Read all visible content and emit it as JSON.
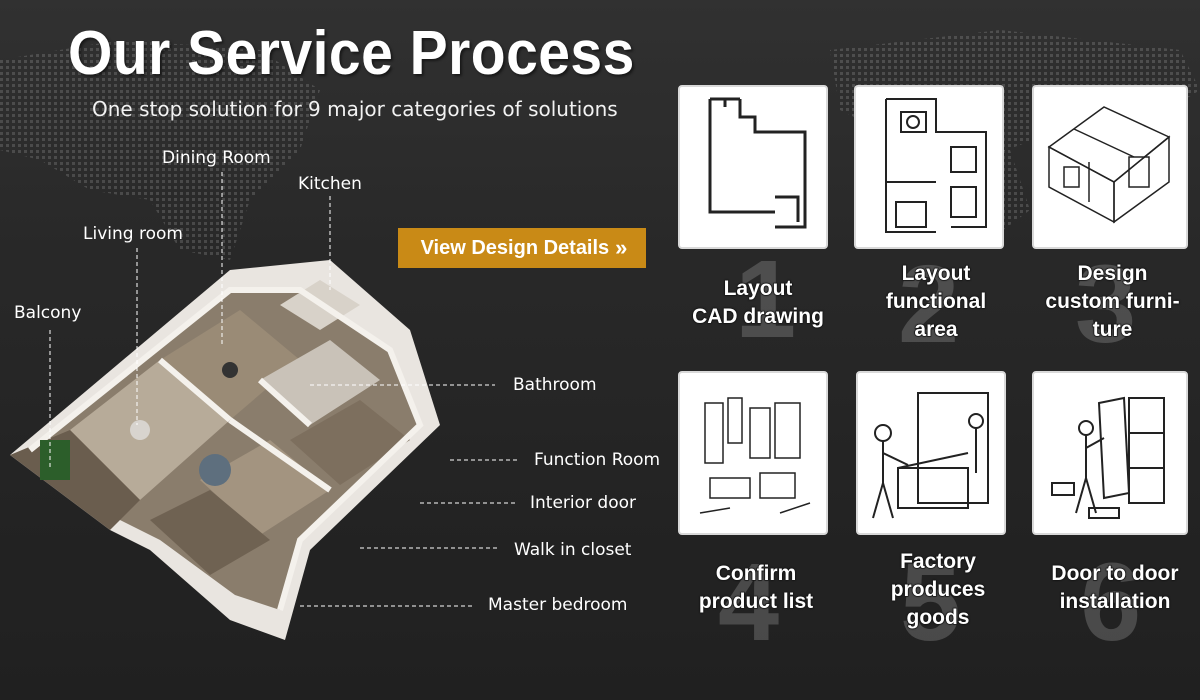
{
  "header": {
    "title": "Our Service Process",
    "subtitle": "One stop solution for 9 major categories of solutions"
  },
  "cta": {
    "label": "View Design Details",
    "chevron": "»",
    "color": "#c98a16"
  },
  "rooms": [
    {
      "label": "Dining Room"
    },
    {
      "label": "Kitchen"
    },
    {
      "label": "Living room"
    },
    {
      "label": "Balcony"
    },
    {
      "label": "Bathroom"
    },
    {
      "label": "Function Room"
    },
    {
      "label": "Interior door"
    },
    {
      "label": "Walk in closet"
    },
    {
      "label": "Master bedroom"
    }
  ],
  "steps": [
    {
      "number": "1",
      "line1": "Layout",
      "line2": "CAD drawing",
      "line3": "",
      "icon": "floor-plan-outline-icon"
    },
    {
      "number": "2",
      "line1": "Layout",
      "line2": "functional",
      "line3": "area",
      "icon": "furnished-floor-plan-icon"
    },
    {
      "number": "3",
      "line1": "Design",
      "line2": "custom furni-",
      "line3": "ture",
      "icon": "isometric-room-icon"
    },
    {
      "number": "4",
      "line1": "Confirm",
      "line2": "product list",
      "line3": "",
      "icon": "cabinet-parts-icon"
    },
    {
      "number": "5",
      "line1": "Factory",
      "line2": "produces",
      "line3": "goods",
      "icon": "factory-worker-icon"
    },
    {
      "number": "6",
      "line1": "Door to door",
      "line2": "installation",
      "line3": "",
      "icon": "installer-worker-icon"
    }
  ]
}
